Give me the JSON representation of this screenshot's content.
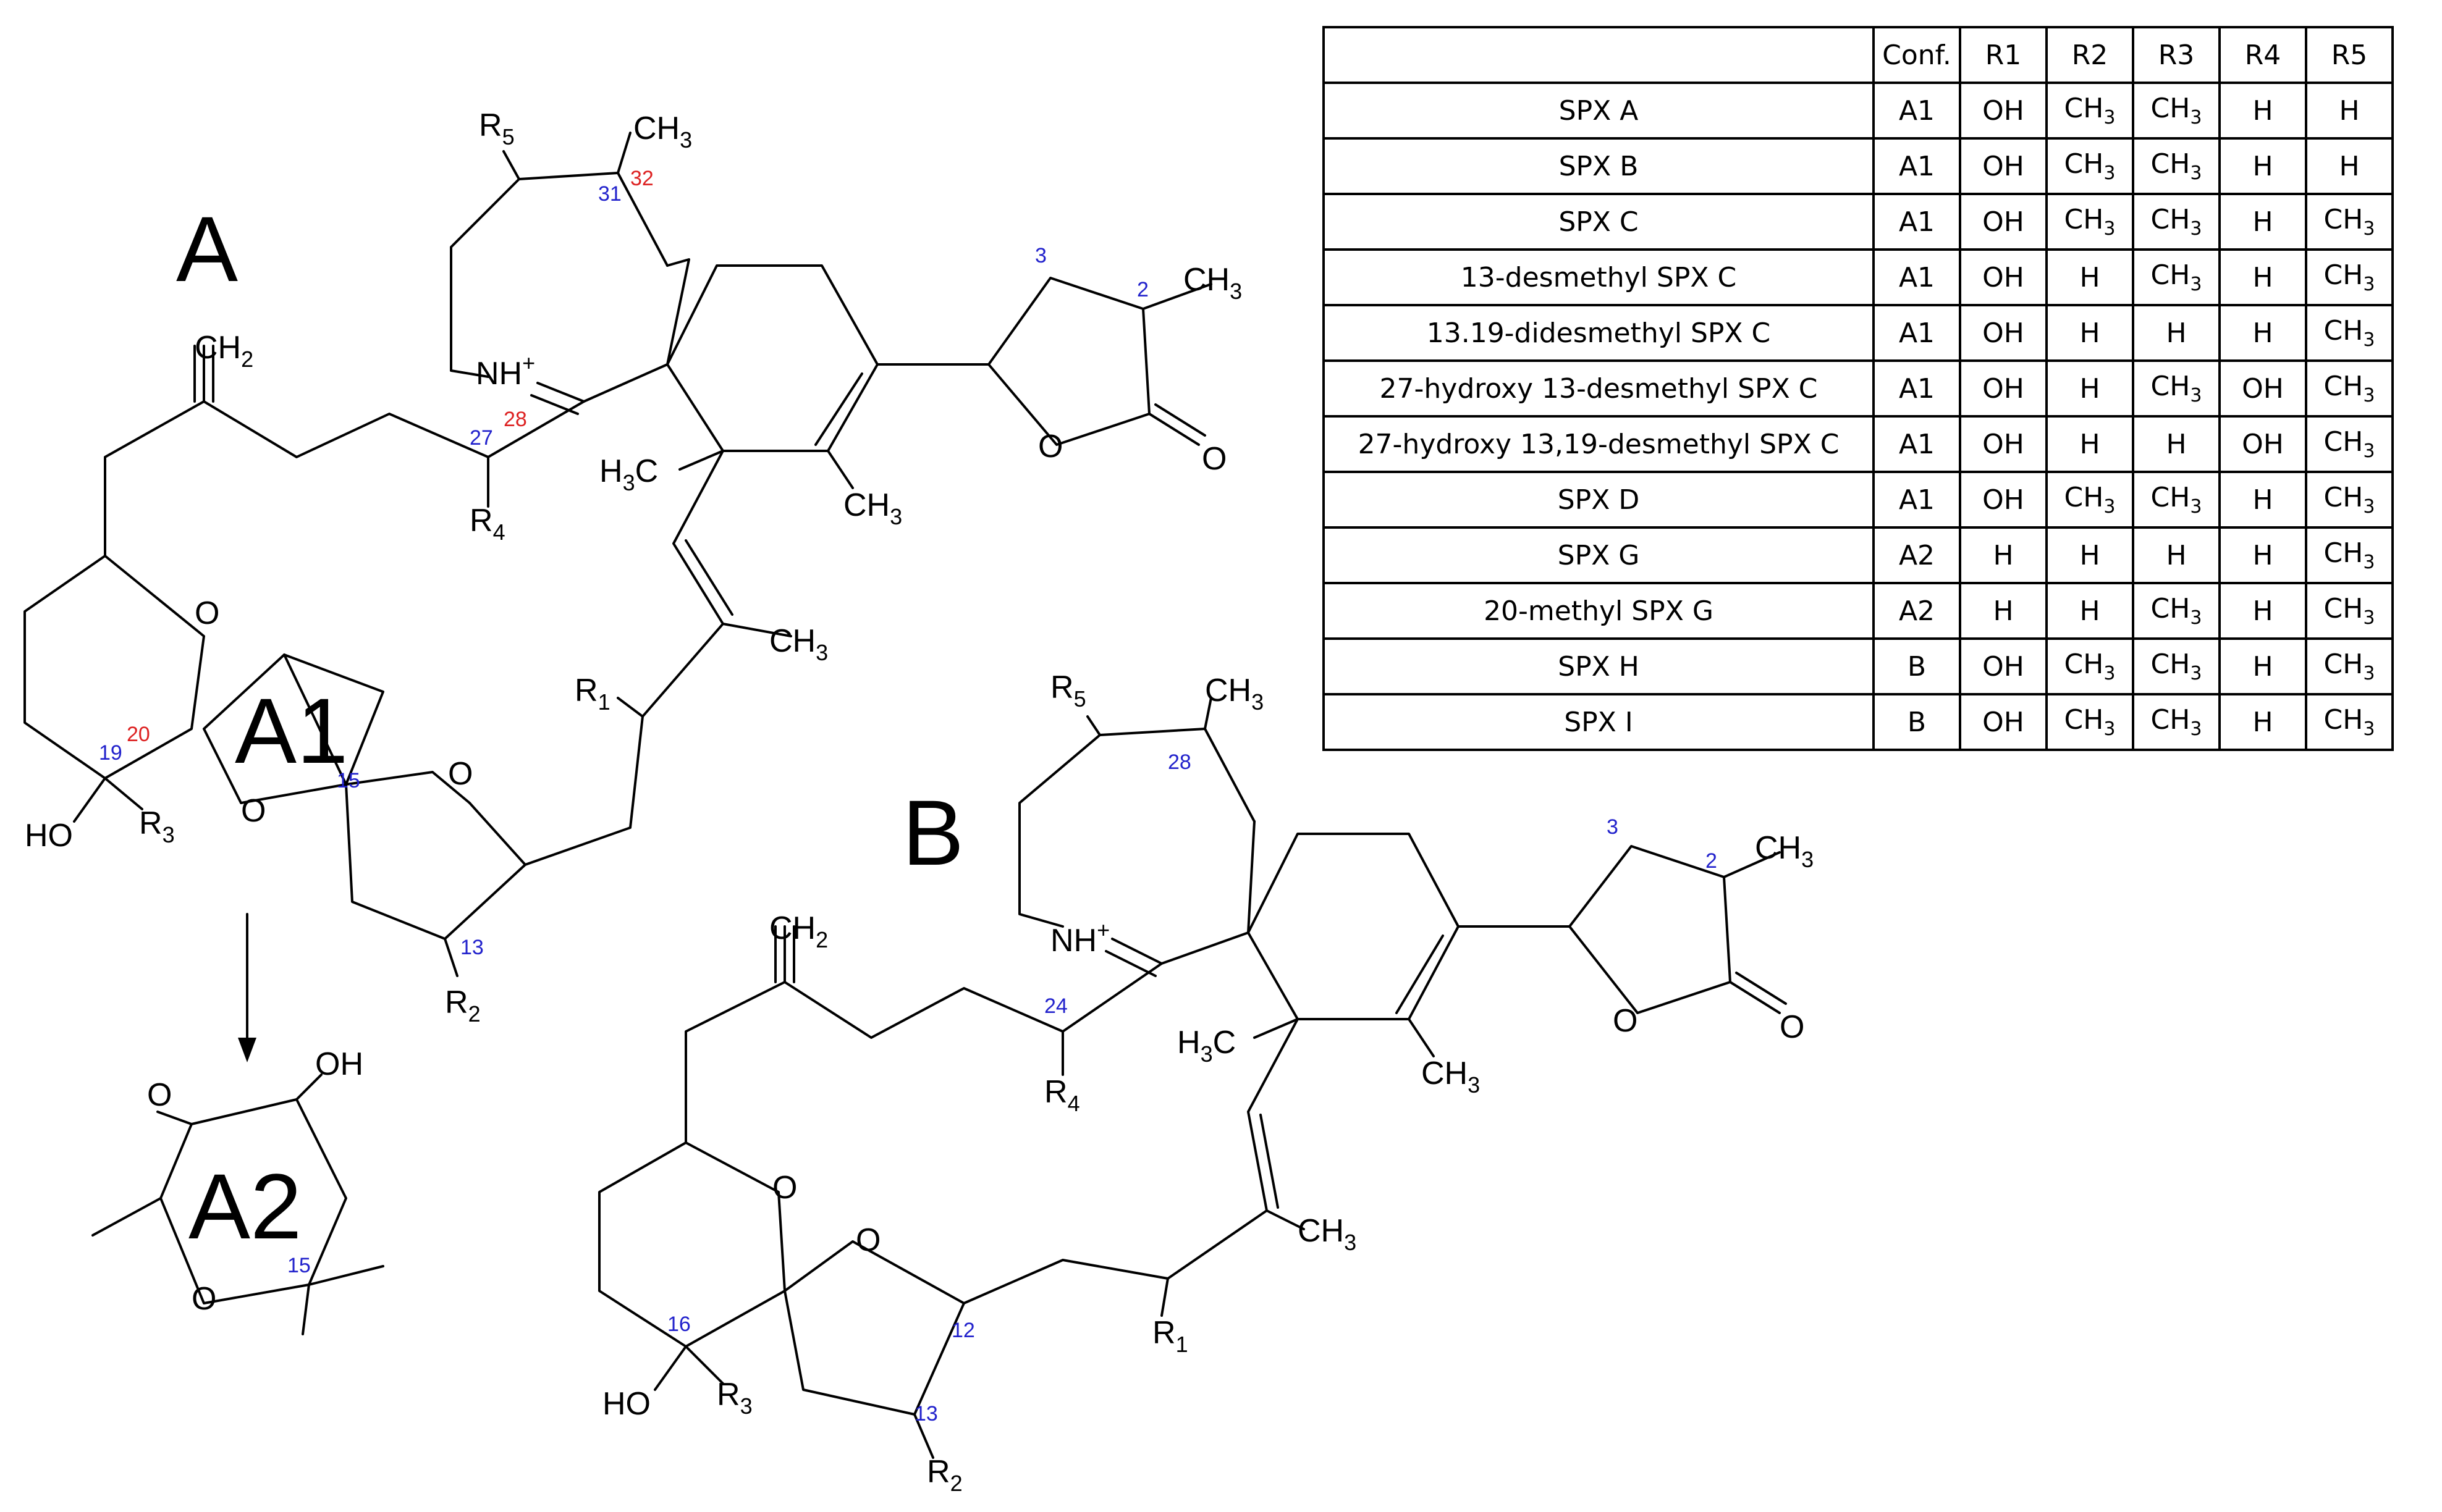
{
  "panels": {
    "a": "A",
    "a1": "A1",
    "a2": "A2",
    "b": "B"
  },
  "atoms": {
    "ch3": "CH",
    "ch2": "CH",
    "three": "3",
    "two": "2",
    "plus": "+",
    "nh": "NH",
    "o": "O",
    "oh": "OH",
    "ho": "HO",
    "h3c_h": "H",
    "h3c_c": "C",
    "r": "R",
    "s1": "1",
    "s2": "2",
    "s3": "3",
    "s4": "4",
    "s5": "5"
  },
  "numbering": {
    "a": [
      "31",
      "32",
      "3",
      "2",
      "27",
      "28",
      "20",
      "19",
      "15",
      "13"
    ],
    "a2": [
      "15"
    ],
    "b": [
      "28",
      "3",
      "2",
      "24",
      "16",
      "12",
      "13"
    ]
  },
  "table": {
    "headers": [
      "",
      "Conf.",
      "R1",
      "R2",
      "R3",
      "R4",
      "R5"
    ],
    "rows": [
      {
        "name": "SPX A",
        "conf": "A1",
        "r1": "OH",
        "r2": "CH3",
        "r3": "CH3",
        "r4": "H",
        "r5": "H"
      },
      {
        "name": "SPX B",
        "conf": "A1",
        "r1": "OH",
        "r2": "CH3",
        "r3": "CH3",
        "r4": "H",
        "r5": "H"
      },
      {
        "name": "SPX C",
        "conf": "A1",
        "r1": "OH",
        "r2": "CH3",
        "r3": "CH3",
        "r4": "H",
        "r5": "CH3"
      },
      {
        "name": "13-desmethyl SPX C",
        "conf": "A1",
        "r1": "OH",
        "r2": "H",
        "r3": "CH3",
        "r4": "H",
        "r5": "CH3"
      },
      {
        "name": "13.19-didesmethyl SPX C",
        "conf": "A1",
        "r1": "OH",
        "r2": "H",
        "r3": "H",
        "r4": "H",
        "r5": "CH3"
      },
      {
        "name": "27-hydroxy 13-desmethyl SPX C",
        "conf": "A1",
        "r1": "OH",
        "r2": "H",
        "r3": "CH3",
        "r4": "OH",
        "r5": "CH3"
      },
      {
        "name": "27-hydroxy 13,19-desmethyl SPX C",
        "conf": "A1",
        "r1": "OH",
        "r2": "H",
        "r3": "H",
        "r4": "OH",
        "r5": "CH3"
      },
      {
        "name": "SPX D",
        "conf": "A1",
        "r1": "OH",
        "r2": "CH3",
        "r3": "CH3",
        "r4": "H",
        "r5": "CH3"
      },
      {
        "name": "SPX G",
        "conf": "A2",
        "r1": "H",
        "r2": "H",
        "r3": "H",
        "r4": "H",
        "r5": "CH3"
      },
      {
        "name": "20-methyl SPX G",
        "conf": "A2",
        "r1": "H",
        "r2": "H",
        "r3": "CH3",
        "r4": "H",
        "r5": "CH3"
      },
      {
        "name": "SPX H",
        "conf": "B",
        "r1": "OH",
        "r2": "CH3",
        "r3": "CH3",
        "r4": "H",
        "r5": "CH3"
      },
      {
        "name": "SPX I",
        "conf": "B",
        "r1": "OH",
        "r2": "CH3",
        "r3": "CH3",
        "r4": "H",
        "r5": "CH3"
      }
    ]
  }
}
